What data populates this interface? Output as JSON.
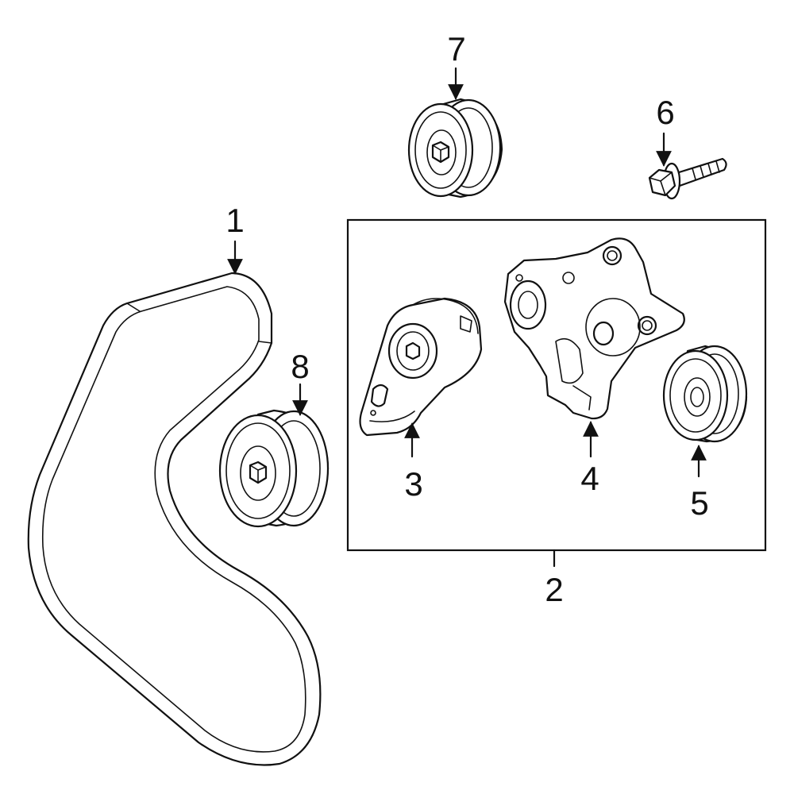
{
  "colors": {
    "belt_fill": "#3a63c4",
    "outline": "#111111",
    "background": "#ffffff"
  },
  "callouts": {
    "belt": "1",
    "tensioner_assembly": "2",
    "tensioner": "3",
    "bracket": "4",
    "idler_pulley_right": "5",
    "bolt": "6",
    "idler_pulley_top": "7",
    "idler_pulley_left": "8"
  }
}
